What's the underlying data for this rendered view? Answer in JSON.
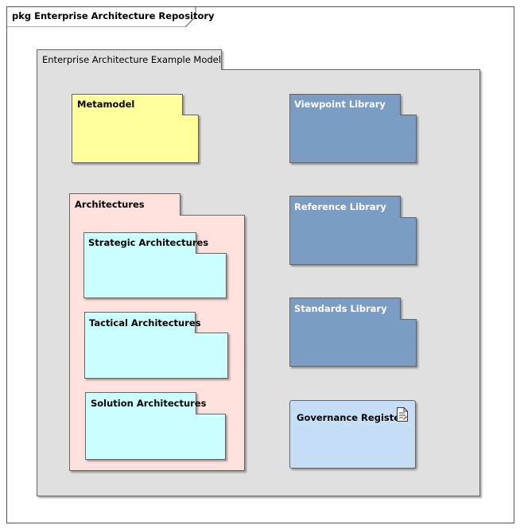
{
  "frame": {
    "title": "pkg Enterprise Architecture Repository"
  },
  "model": {
    "title": "Enterprise Architecture Example Model"
  },
  "packages": {
    "metamodel": "Metamodel",
    "architectures": "Architectures",
    "strategic": "Strategic Architectures",
    "tactical": "Tactical Architectures",
    "solution": "Solution Architectures",
    "viewpoint": "Viewpoint Library",
    "reference": "Reference Library",
    "standards": "Standards Library"
  },
  "artifact": {
    "label": "Governance Register",
    "icon": "document-icon"
  },
  "colors": {
    "model_fill": "#e0e0e0",
    "metamodel_fill": "#ffff9c",
    "architectures_fill": "#ffe1de",
    "architecture_child_fill": "#ccffff",
    "library_fill": "#7b9dc3",
    "artifact_fill": "#c6dff7"
  }
}
